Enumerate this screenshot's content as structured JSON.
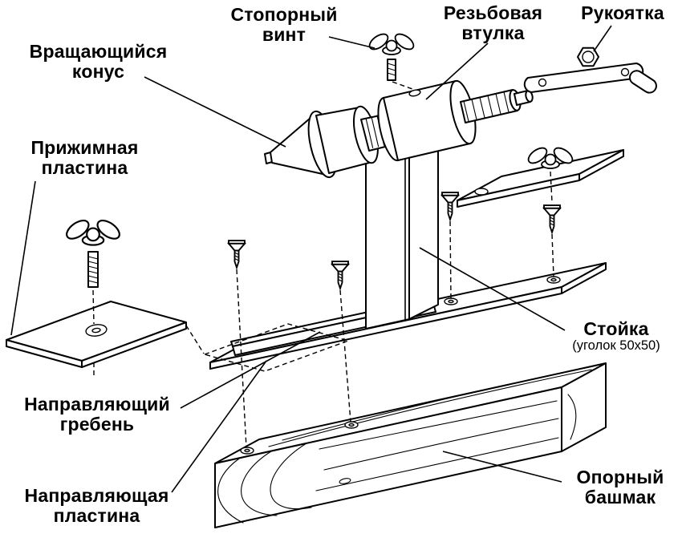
{
  "colors": {
    "background": "#ffffff",
    "ink": "#000000"
  },
  "labels": {
    "rotating_cone": {
      "line1": "Вращающийся",
      "line2": "конус"
    },
    "stop_screw": {
      "line1": "Стопорный",
      "line2": "винт"
    },
    "threaded_sleeve": {
      "line1": "Резьбовая",
      "line2": "втулка"
    },
    "handle": {
      "line1": "Рукоятка"
    },
    "clamping_plate": {
      "line1": "Прижимная",
      "line2": "пластина"
    },
    "post": {
      "line1": "Стойка",
      "line2": "(уголок 50x50)"
    },
    "guide_ridge": {
      "line1": "Направляющий",
      "line2": "гребень"
    },
    "guide_plate": {
      "line1": "Направляющая",
      "line2": "пластина"
    },
    "support_shoe": {
      "line1": "Опорный",
      "line2": "башмак"
    }
  }
}
